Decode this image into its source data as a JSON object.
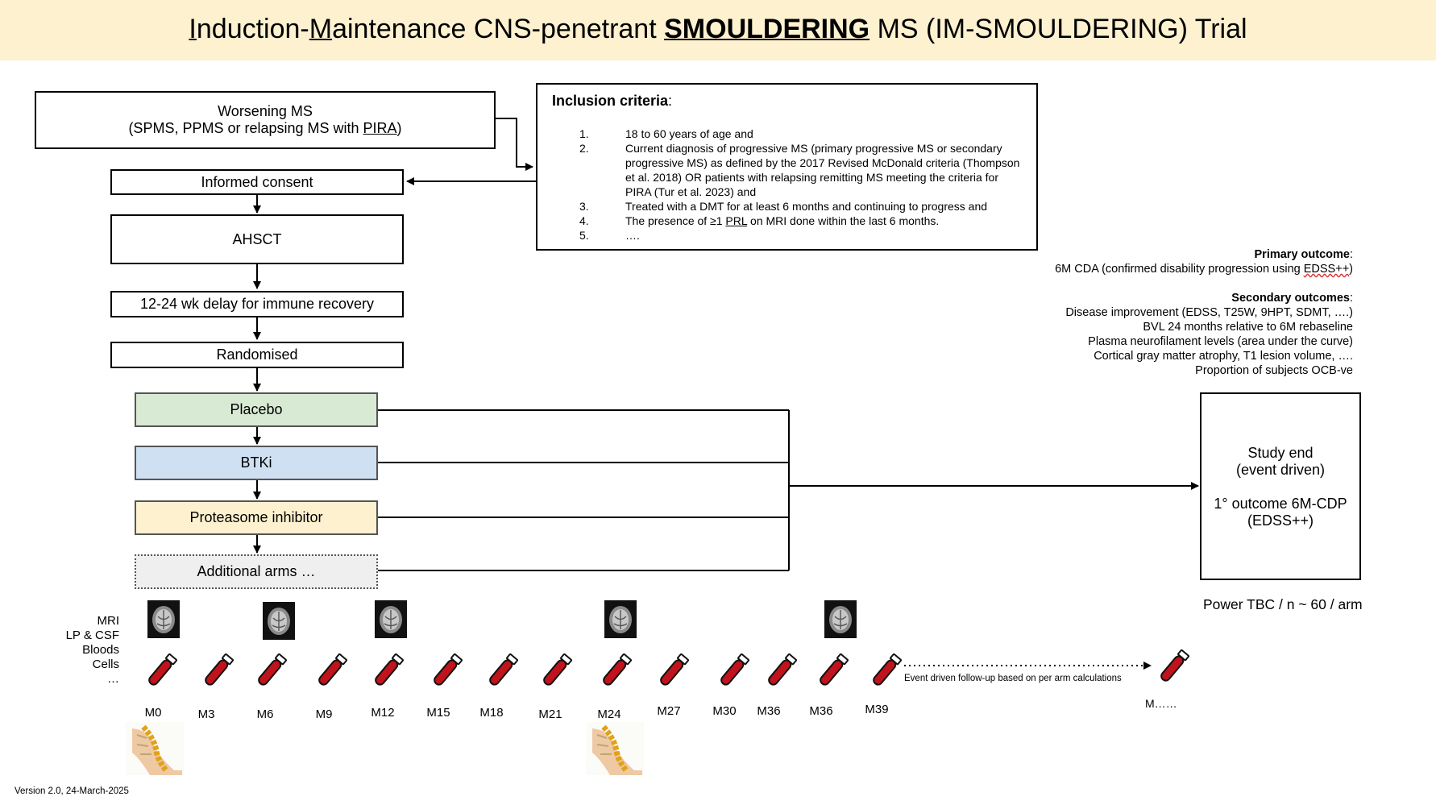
{
  "title": {
    "p1": "I",
    "p2": "nduction-",
    "p3": "M",
    "p4": "aintenance CNS-penetrant ",
    "p5": "SMOULDERING",
    "p6": " MS (IM-SMOULDERING) Trial"
  },
  "boxes": {
    "worsening_line1": "Worsening MS",
    "worsening_line2_pre": "(SPMS, PPMS or relapsing MS with ",
    "worsening_line2_link": "PIRA",
    "worsening_line2_post": ")",
    "consent": "Informed consent",
    "ahsct": "AHSCT",
    "delay": "12-24 wk delay for immune recovery",
    "randomised": "Randomised"
  },
  "arms": {
    "placebo": "Placebo",
    "btki": "BTKi",
    "proteasome": "Proteasome inhibitor",
    "additional": "Additional arms …"
  },
  "inclusion": {
    "title": "Inclusion criteria",
    "title_suffix": ":",
    "criteria": [
      {
        "num": "1.",
        "text": "18 to 60 years of age and"
      },
      {
        "num": "2.",
        "text": "Current diagnosis of progressive MS (primary progressive MS or secondary progressive MS) as defined by the 2017 Revised McDonald criteria (Thompson et al. 2018) OR patients with relapsing remitting MS meeting the criteria for PIRA (Tur et al. 2023) and"
      },
      {
        "num": "3.",
        "text": "Treated with a DMT for at least 6 months and continuing to progress and"
      },
      {
        "num": "4.",
        "text_pre": "The presence of ≥1 ",
        "text_link": "PRL",
        "text_post": " on MRI done within the last 6 months."
      },
      {
        "num": "5.",
        "text": "…."
      }
    ]
  },
  "outcomes": {
    "primary_title": "Primary outcome",
    "primary_text_pre": "6M CDA (confirmed disability progression using ",
    "primary_text_term": "EDSS++",
    "primary_text_post": ")",
    "secondary_title": "Secondary outcomes",
    "colon": ":",
    "secondary": [
      "Disease improvement (EDSS, T25W, 9HPT, SDMT, ….)",
      "BVL 24 months relative to 6M rebaseline",
      "Plasma neurofilament levels (area under the curve)",
      "Cortical gray matter atrophy, T1 lesion volume, ….",
      "Proportion of subjects OCB-ve"
    ]
  },
  "study_end": {
    "line1": "Study end",
    "line2": "(event driven)",
    "line3": "1° outcome 6M-CDP",
    "line4": "(EDSS++)"
  },
  "power": "Power TBC / n ~ 60 / arm",
  "side_labels": [
    "MRI",
    "LP & CSF",
    "Bloods",
    "Cells",
    "…"
  ],
  "timeline": {
    "labels": [
      "M0",
      "M3",
      "M6",
      "M9",
      "M12",
      "M15",
      "M18",
      "M21",
      "M24",
      "M27",
      "M30",
      "M36",
      "M36",
      "M39"
    ],
    "final_label": "M……",
    "followup_text": "Event driven follow-up based on per arm calculations"
  },
  "icons": {
    "mri": "brain-mri-scan-icon",
    "tube": "blood-test-tube-icon",
    "spine": "lumbar-puncture-spine-icon"
  },
  "colors": {
    "title_bg": "#fdf1d0",
    "placebo": "#d8ead3",
    "btki": "#cfe0f2",
    "proteasome": "#fdf1cf",
    "additional": "#efefef",
    "tube": "#c0131b"
  },
  "version": "Version 2.0, 24-March-2025"
}
